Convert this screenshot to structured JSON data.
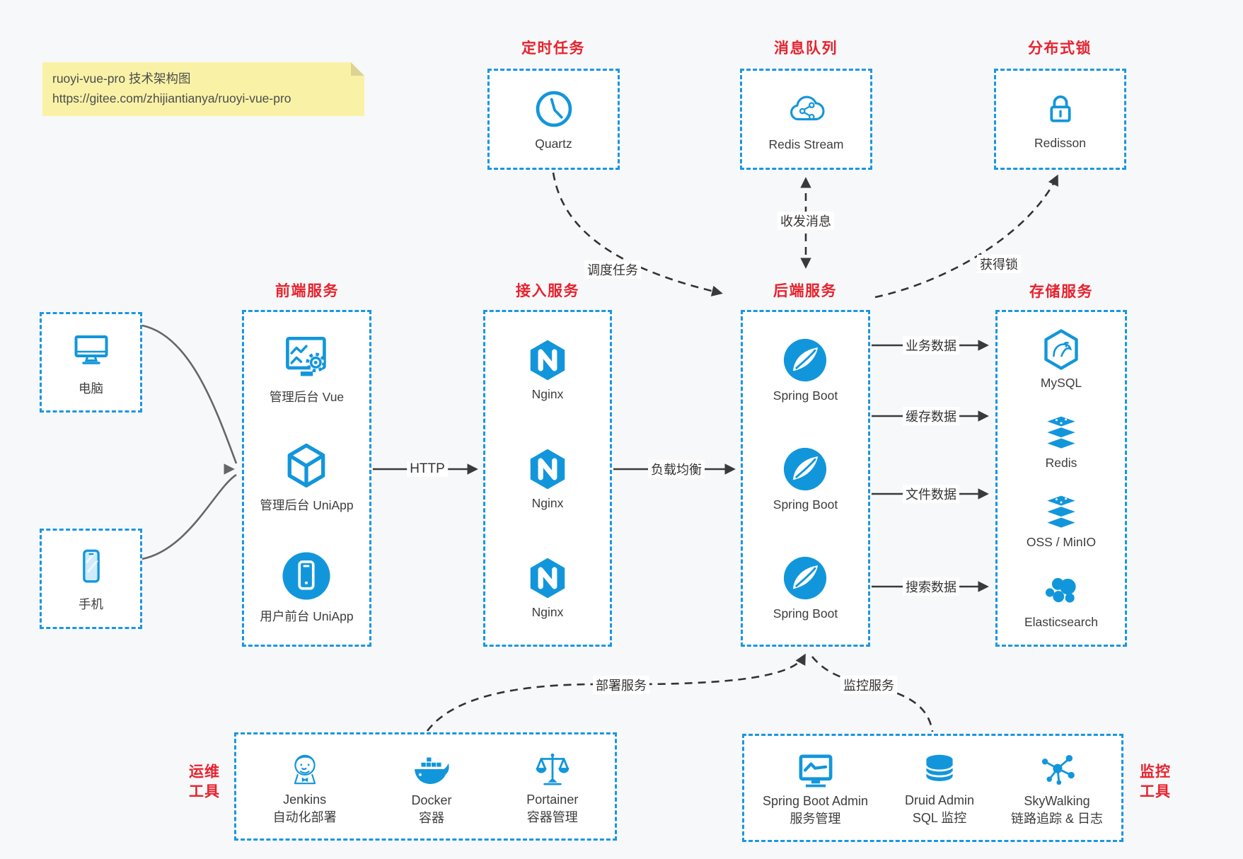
{
  "note": {
    "line1": "ruoyi-vue-pro 技术架构图",
    "line2": "https://gitee.com/zhijiantianya/ruoyi-vue-pro"
  },
  "colors": {
    "accent_blue": "#1296db",
    "border_blue": "#1a97e0",
    "title_red": "#e8222d",
    "note_yellow": "#f9f2a6",
    "arrow_dark": "#333333",
    "connector_gray": "#666666",
    "page_bg": "#f7f8fa"
  },
  "groups": {
    "scheduler": {
      "title": "定时任务",
      "item": {
        "label": "Quartz",
        "icon": "clock-icon"
      }
    },
    "mq": {
      "title": "消息队列",
      "item": {
        "label": "Redis Stream",
        "icon": "cloud-stream-icon"
      }
    },
    "lock": {
      "title": "分布式锁",
      "item": {
        "label": "Redisson",
        "icon": "lock-icon"
      }
    },
    "clients": {
      "pc": {
        "label": "电脑",
        "icon": "desktop-icon"
      },
      "phone": {
        "label": "手机",
        "icon": "smartphone-icon"
      }
    },
    "frontend": {
      "title": "前端服务",
      "items": [
        {
          "label": "管理后台 Vue",
          "icon": "admin-screen-gear-icon"
        },
        {
          "label": "管理后台 UniApp",
          "icon": "cube-icon"
        },
        {
          "label": "用户前台 UniApp",
          "icon": "mobile-app-circle-icon"
        }
      ]
    },
    "access": {
      "title": "接入服务",
      "items": [
        {
          "label": "Nginx",
          "icon": "nginx-icon"
        },
        {
          "label": "Nginx",
          "icon": "nginx-icon"
        },
        {
          "label": "Nginx",
          "icon": "nginx-icon"
        }
      ]
    },
    "backend": {
      "title": "后端服务",
      "items": [
        {
          "label": "Spring Boot",
          "icon": "spring-boot-icon"
        },
        {
          "label": "Spring Boot",
          "icon": "spring-boot-icon"
        },
        {
          "label": "Spring Boot",
          "icon": "spring-boot-icon"
        }
      ]
    },
    "storage": {
      "title": "存储服务",
      "items": [
        {
          "label": "MySQL",
          "icon": "mysql-icon"
        },
        {
          "label": "Redis",
          "icon": "redis-stack-icon"
        },
        {
          "label": "OSS / MinIO",
          "icon": "redis-stack-icon"
        },
        {
          "label": "Elasticsearch",
          "icon": "elasticsearch-icon"
        }
      ]
    },
    "ops": {
      "title_line1": "运维",
      "title_line2": "工具",
      "items": [
        {
          "name": "Jenkins",
          "desc": "自动化部署",
          "icon": "jenkins-icon"
        },
        {
          "name": "Docker",
          "desc": "容器",
          "icon": "docker-icon"
        },
        {
          "name": "Portainer",
          "desc": "容器管理",
          "icon": "scales-icon"
        }
      ]
    },
    "monitoring": {
      "title_line1": "监控",
      "title_line2": "工具",
      "items": [
        {
          "name": "Spring Boot Admin",
          "desc": "服务管理",
          "icon": "monitor-chart-icon"
        },
        {
          "name": "Druid Admin",
          "desc": "SQL 监控",
          "icon": "database-icon"
        },
        {
          "name": "SkyWalking",
          "desc": "链路追踪 & 日志",
          "icon": "topology-icon"
        }
      ]
    }
  },
  "edges": {
    "http": "HTTP",
    "load_balance": "负载均衡",
    "business_data": "业务数据",
    "cache_data": "缓存数据",
    "file_data": "文件数据",
    "search_data": "搜索数据",
    "schedule_task": "调度任务",
    "send_receive_msg": "收发消息",
    "acquire_lock": "获得锁",
    "deploy_service": "部署服务",
    "monitor_service": "监控服务"
  }
}
